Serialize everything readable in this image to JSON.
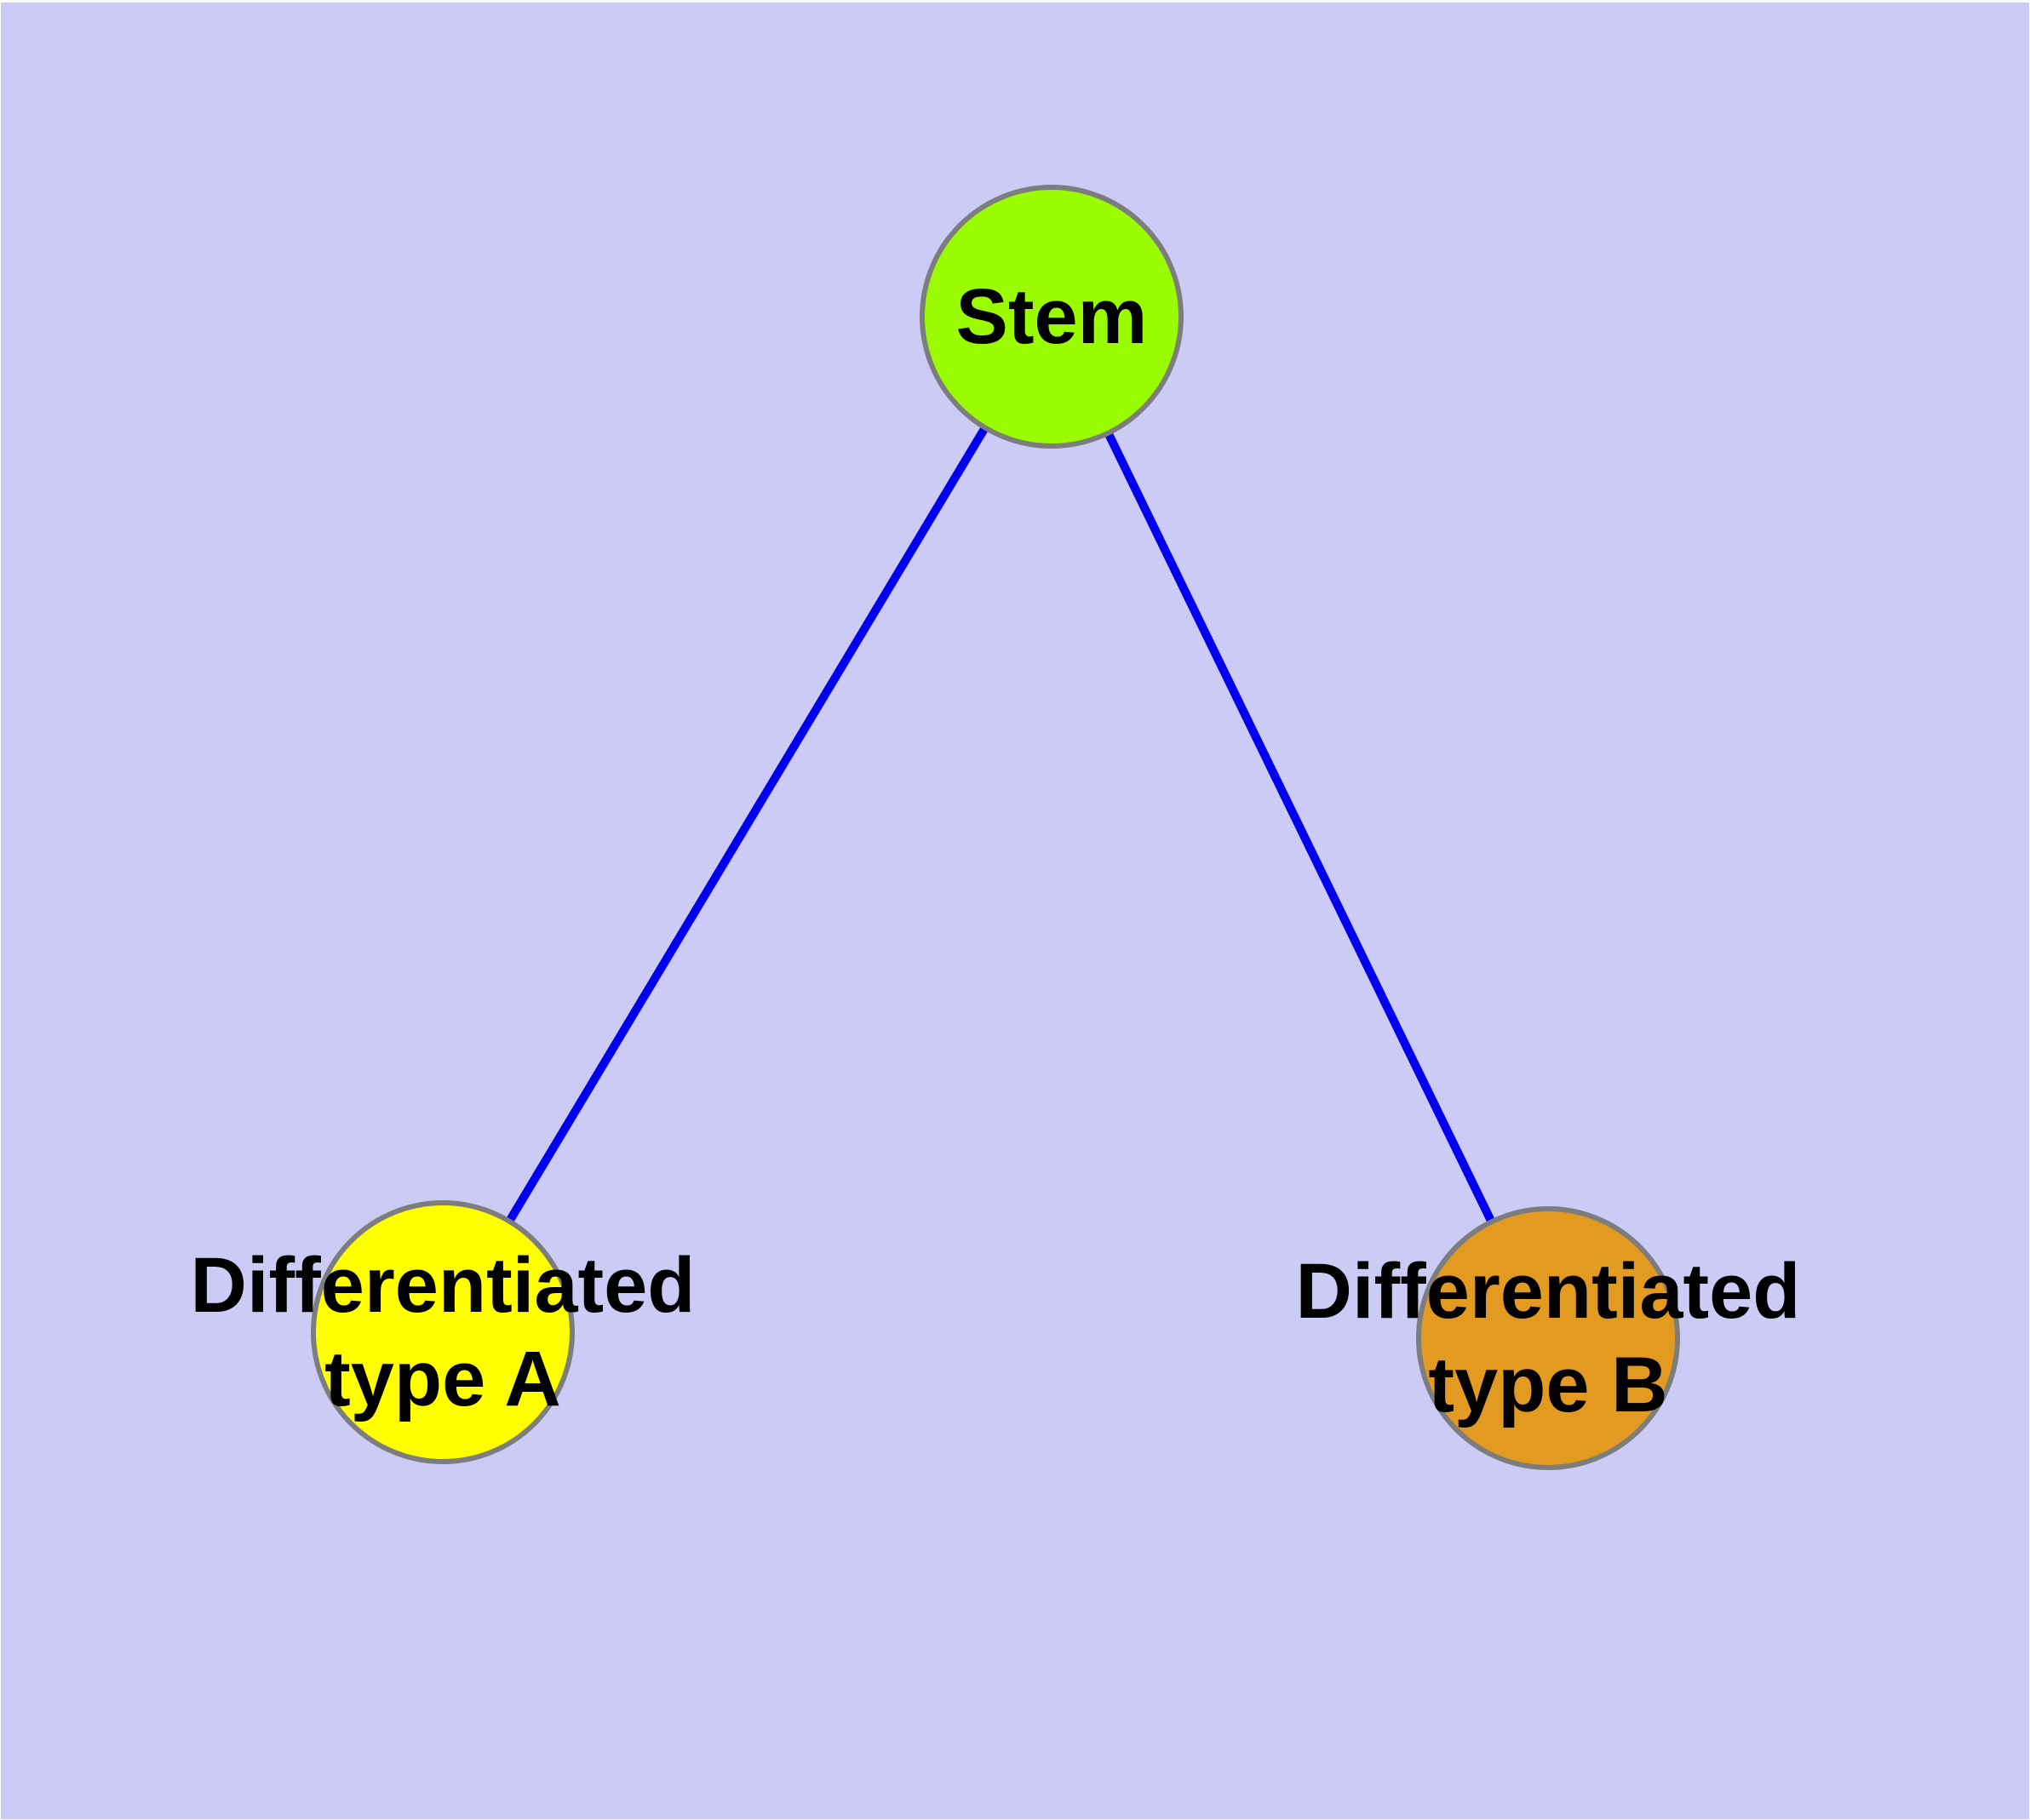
{
  "diagram": {
    "title": "",
    "background_color": "#CBCBF5",
    "page_margin_color": "#FFFFFF",
    "node_border_color": "#7D7D7D",
    "edge_color": "#0000EE",
    "label_color": "#000000",
    "nodes": [
      {
        "id": "stem",
        "label": "Stem",
        "fill": "#9BFB00"
      },
      {
        "id": "type-a",
        "label": "Differentiated\ntype A",
        "fill": "#FFFF00"
      },
      {
        "id": "type-b",
        "label": "Differentiated\ntype B",
        "fill": "#E29B20"
      }
    ],
    "edges": [
      {
        "from": "stem",
        "to": "type-a"
      },
      {
        "from": "stem",
        "to": "type-b"
      }
    ]
  }
}
